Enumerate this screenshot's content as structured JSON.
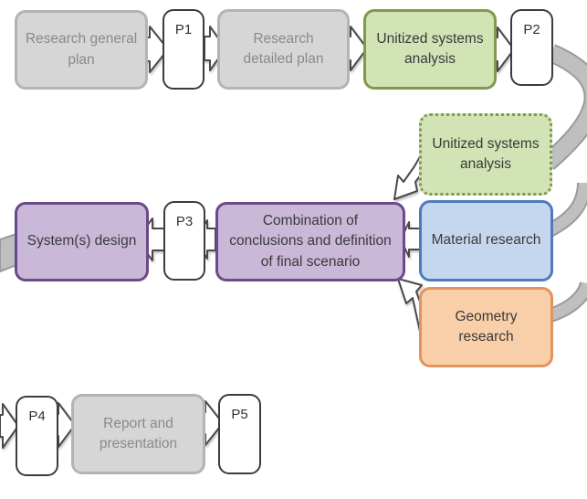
{
  "nodes": {
    "research_general_plan": "Research general plan",
    "p1": "P1",
    "research_detailed_plan": "Research detailed plan",
    "unitized_systems_analysis": "Unitized systems analysis",
    "p2": "P2",
    "unitized_systems_analysis_parallel": "Unitized systems analysis",
    "material_research": "Material research",
    "geometry_research": "Geometry research",
    "combination_of_conclusions": "Combination of conclusions and definition of final scenario",
    "p3": "P3",
    "systems_design": "System(s) design",
    "p4": "P4",
    "report_and_presentation": "Report and presentation",
    "p5": "P5"
  },
  "colors": {
    "gray_fill": "#d6d6d6",
    "green_fill": "#d2e3b6",
    "blue_fill": "#c5d7ef",
    "orange_fill": "#f8cfa8",
    "purple_fill": "#c9b8d8",
    "connector_gray": "#b3b3b3"
  }
}
